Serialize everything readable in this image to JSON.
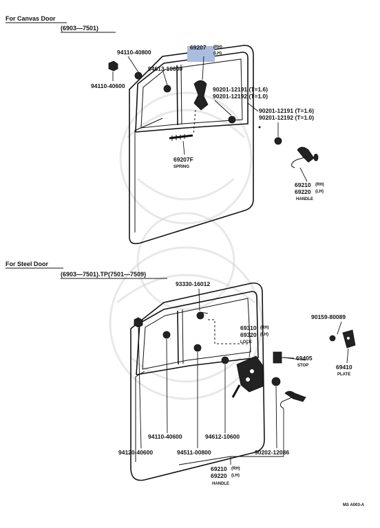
{
  "sections": {
    "canvas": {
      "title": "For Canvas Door",
      "range": "(6903—7501)"
    },
    "steel": {
      "title": "For Steel Door",
      "range": "(6903—7501).TP(7501—7509)"
    }
  },
  "canvas_labels": {
    "p69207_1": "69207",
    "p69207_rh": "(RH)",
    "p69207_lh": "(LH)",
    "p94110_top": "94110-40800",
    "p94110_left": "94110-40600",
    "p94613": "94613-10600",
    "p90201_a1": "90201-12191 (T=1.6)",
    "p90201_a2": "90201-12192 (T=1.0)",
    "p90201_b1": "90201-12191 (T=1.6)",
    "p90201_b2": "90201-12192 (T=1.0)",
    "p69207f": "69207F",
    "spring": "SPRING",
    "p69210": "69210",
    "p69210_rh": "(RH)",
    "p69220": "69220",
    "p69220_lh": "(LH)",
    "handle": "HANDLE"
  },
  "steel_labels": {
    "p93330": "93330-16012",
    "p90159": "90159-80089",
    "p69310": "69310",
    "p69310_rh": "(RH)",
    "p69320": "69320",
    "p69320_lh": "(LH)",
    "lock": "LOCK",
    "p69405": "69405",
    "stop": "STOP",
    "p69410": "69410",
    "plate": "PLATE",
    "p94110": "94110-40600",
    "p94612": "94612-10600",
    "p94120": "94120-40600",
    "p94511": "94511-00800",
    "p90202": "90202-12086",
    "p69210": "69210",
    "p69210_rh": "(RH)",
    "p69220": "69220",
    "p69220_lh": "(LH)",
    "handle": "HANDLE"
  },
  "footer": {
    "code": "MS A003-A"
  },
  "colors": {
    "highlight": "#a9bde0",
    "ink": "#111111"
  }
}
